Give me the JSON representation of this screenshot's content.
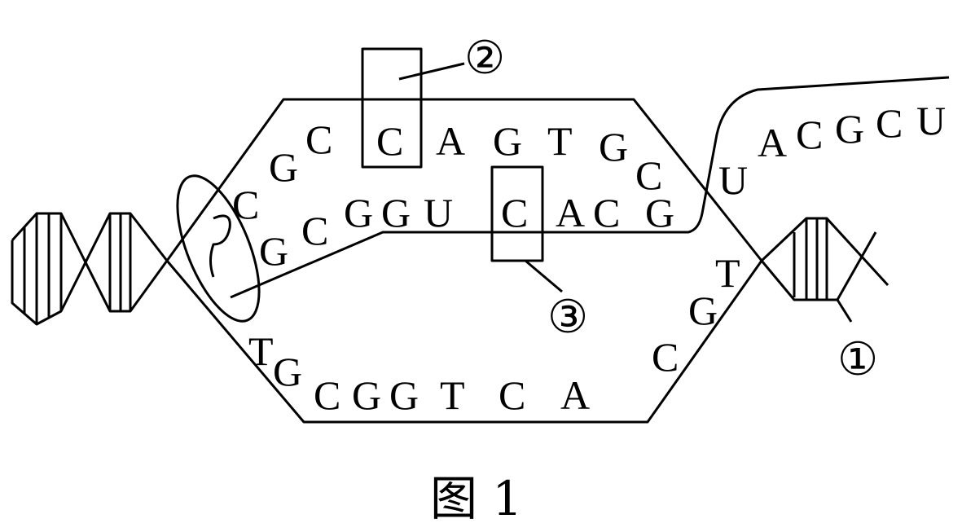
{
  "figure": {
    "caption": "图 1",
    "labels": {
      "one": "①",
      "two": "②",
      "three": "③"
    }
  },
  "sequences": {
    "top_strand": [
      "C",
      "G",
      "C",
      "C",
      "A",
      "G",
      "T",
      "G",
      "C"
    ],
    "rna_paired": [
      "G",
      "C",
      "G",
      "G",
      "U",
      "C",
      "A",
      "C",
      "G"
    ],
    "rna_tail": [
      "U",
      "A",
      "C",
      "G",
      "C",
      "U"
    ],
    "bottom_strand": [
      "T",
      "G",
      "C",
      "G",
      "G",
      "T",
      "C",
      "A"
    ],
    "bottom_right": [
      "C",
      "G",
      "T"
    ]
  }
}
